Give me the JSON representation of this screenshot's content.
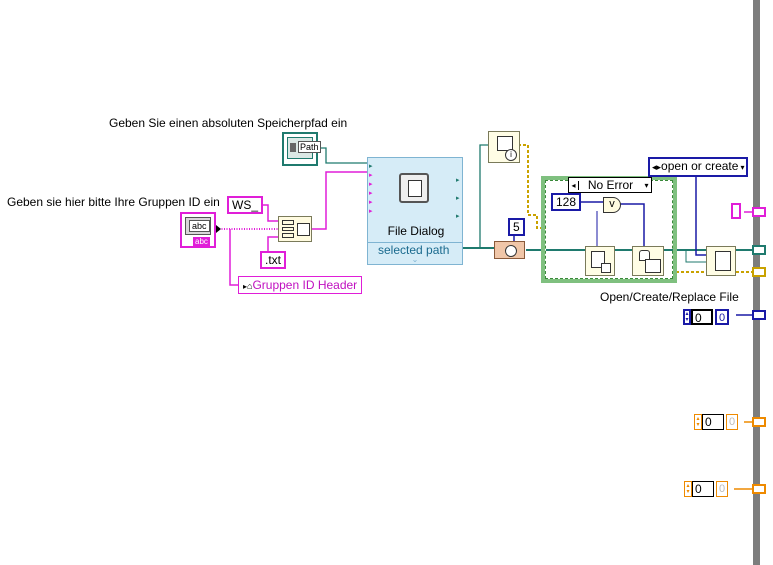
{
  "labels": {
    "path_prompt": "Geben Sie einen absoluten Speicherpfad ein",
    "group_prompt": "Geben sie hier bitte Ihre Gruppen ID ein"
  },
  "controls": {
    "path_icon_text": "Path",
    "string_icon_text": "abc",
    "string_icon_sub": "abc",
    "prefix_const": "WS_",
    "suffix_const": ".txt",
    "property_node": "Gruppen ID Header",
    "wait_ms": "5",
    "error_case": "No Error",
    "const_128": "128",
    "or_symbol": "v",
    "open_mode": "open or create",
    "num_ctrl_value": "0",
    "num_term": "0"
  },
  "file_dialog": {
    "title": "File Dialog",
    "output": "selected path"
  },
  "caption_open_create": "Open/Create/Replace File",
  "colors": {
    "string_wire": "#e01ed8",
    "path_wire": "#1f7a6e",
    "error_wire": "#d4b100",
    "i32_wire": "#1a1aa6",
    "numeric_orange": "#ee8a00"
  }
}
